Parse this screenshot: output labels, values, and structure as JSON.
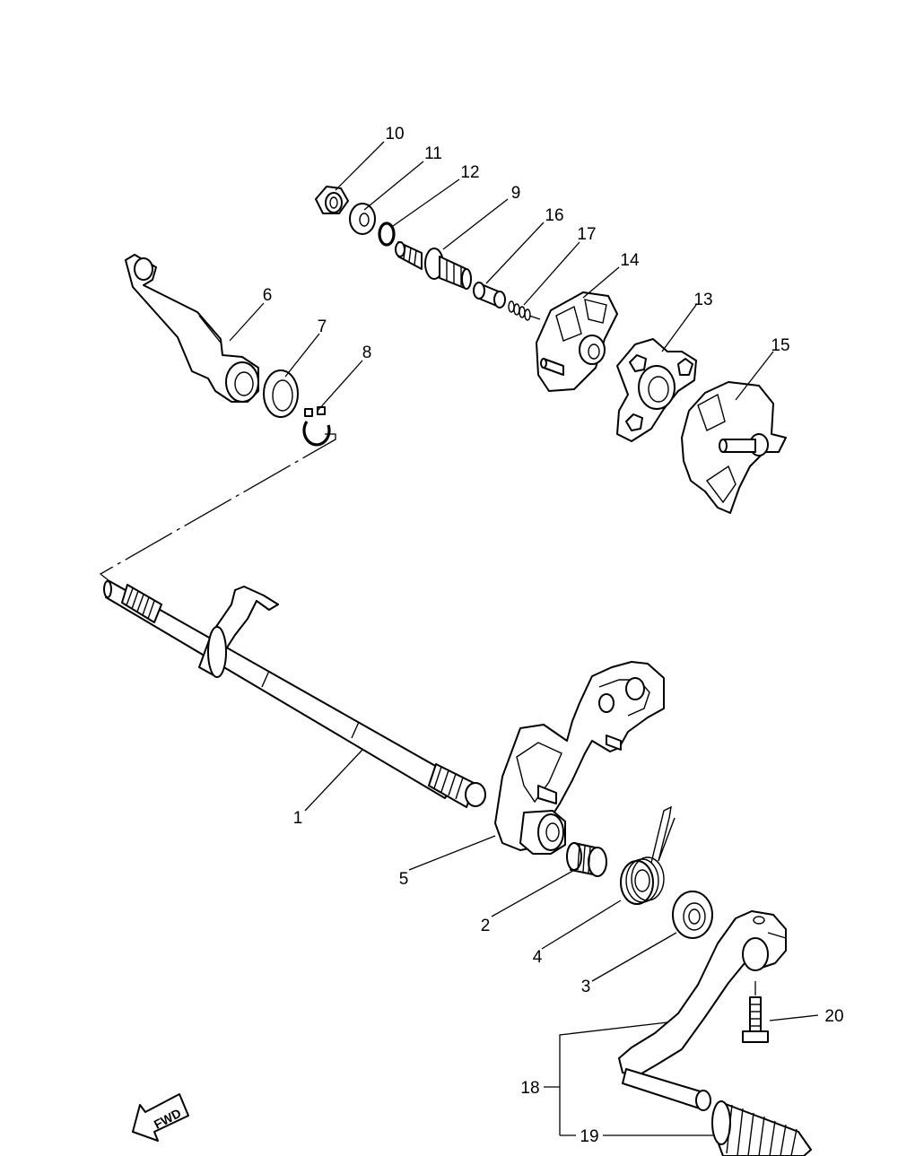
{
  "diagram": {
    "callouts": [
      {
        "id": "c10",
        "text": "10"
      },
      {
        "id": "c11",
        "text": "11"
      },
      {
        "id": "c12",
        "text": "12"
      },
      {
        "id": "c9",
        "text": "9"
      },
      {
        "id": "c16",
        "text": "16"
      },
      {
        "id": "c17",
        "text": "17"
      },
      {
        "id": "c14",
        "text": "14"
      },
      {
        "id": "c13",
        "text": "13"
      },
      {
        "id": "c15",
        "text": "15"
      },
      {
        "id": "c6",
        "text": "6"
      },
      {
        "id": "c7",
        "text": "7"
      },
      {
        "id": "c8",
        "text": "8"
      },
      {
        "id": "c1",
        "text": "1"
      },
      {
        "id": "c5",
        "text": "5"
      },
      {
        "id": "c2",
        "text": "2"
      },
      {
        "id": "c4",
        "text": "4"
      },
      {
        "id": "c3",
        "text": "3"
      },
      {
        "id": "c20",
        "text": "20"
      },
      {
        "id": "c18",
        "text": "18"
      },
      {
        "id": "c19",
        "text": "19"
      }
    ],
    "fwd_label": "FWD"
  }
}
